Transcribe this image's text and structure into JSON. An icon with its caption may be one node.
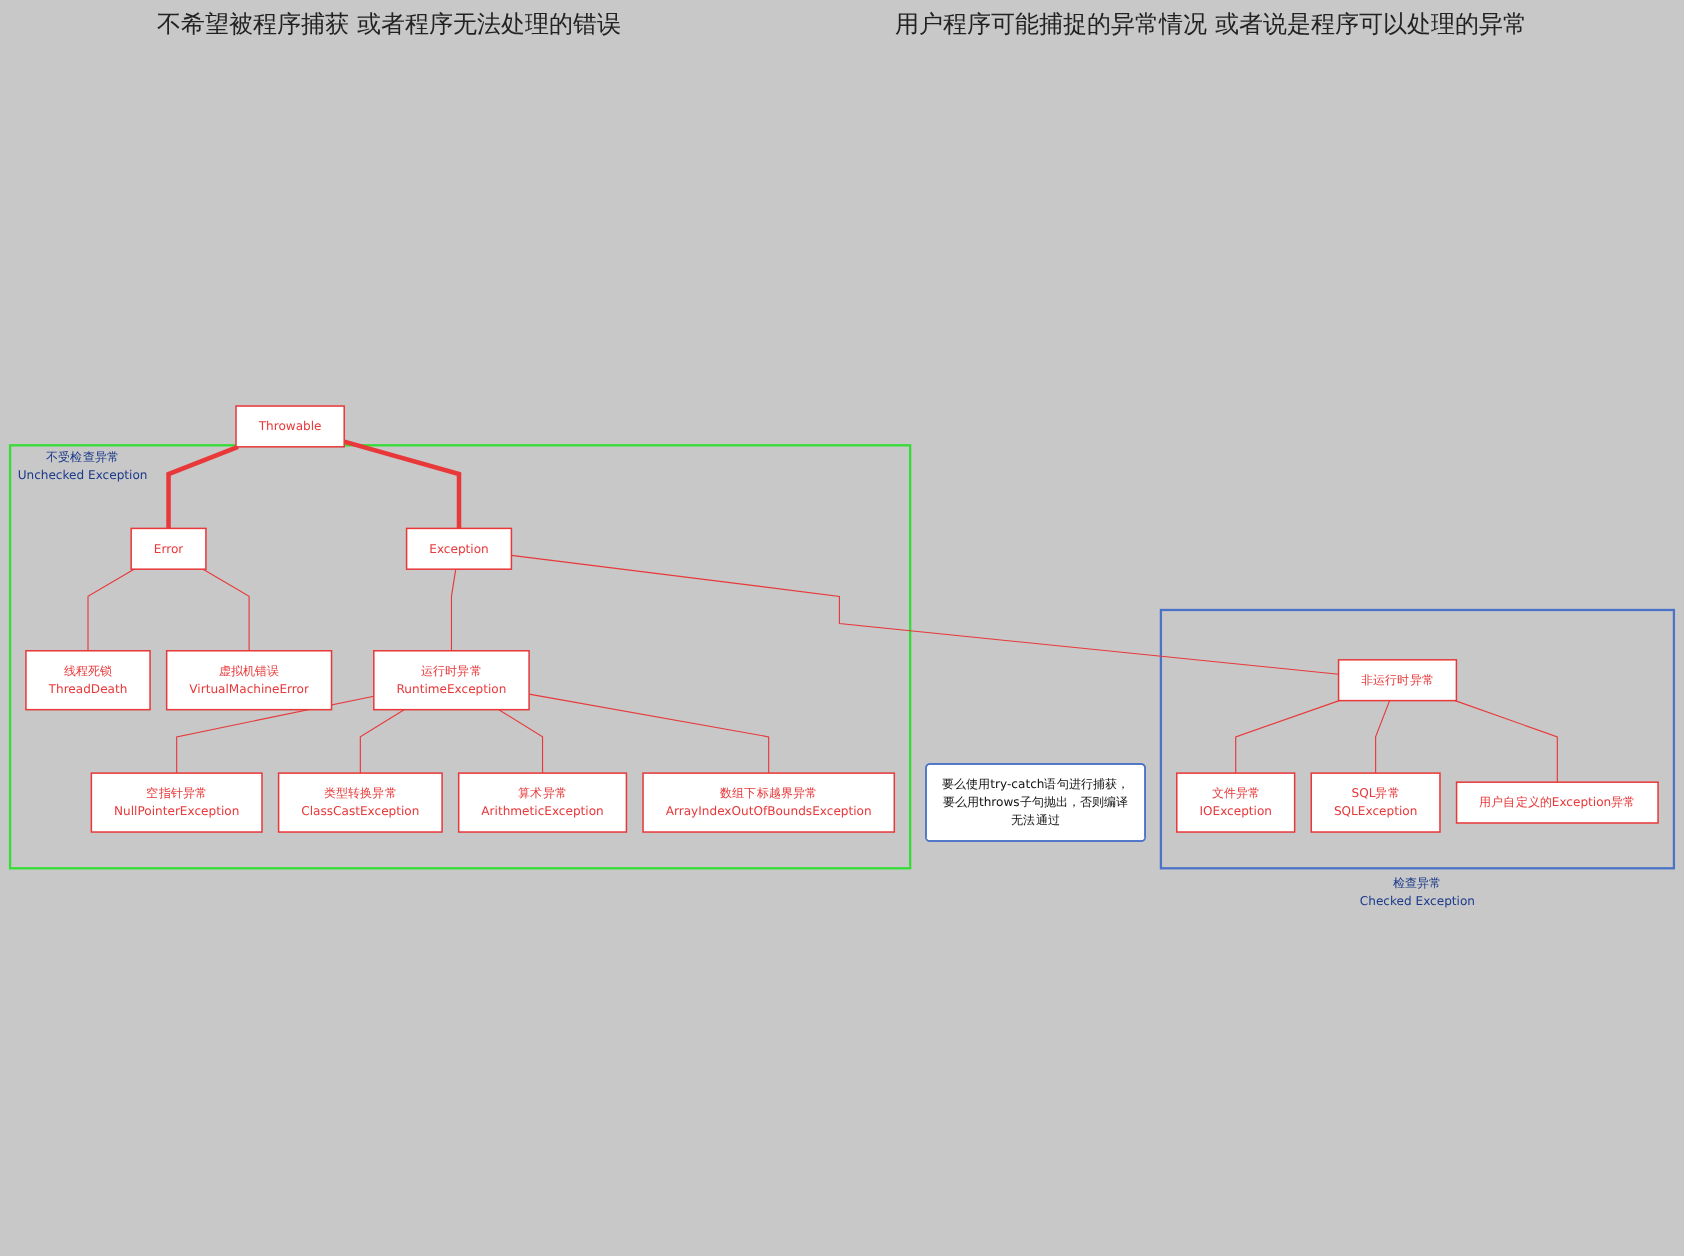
{
  "diagram": {
    "nodes": [
      {
        "text": [
          "Throwable"
        ]
      },
      {
        "text": [
          "不受检查异常",
          "Unchecked Exception"
        ]
      },
      {
        "text": [
          "Error"
        ],
        "in": 1
      },
      {
        "text": [
          "Exception"
        ],
        "in": 1
      },
      {
        "text": [
          "线程死锁",
          "ThreadDeath"
        ],
        "in": 1
      },
      {
        "text": [
          "虚拟机错误",
          "VirtualMachineError"
        ],
        "in": 1
      },
      {
        "text": [
          "运行时异常",
          "RuntimeException"
        ],
        "in": 1
      },
      {
        "text": [
          "空指针异常",
          "NullPointerException"
        ],
        "in": 1
      },
      {
        "text": [
          "类型转换异常",
          "ClassCastException"
        ],
        "in": 1
      },
      {
        "text": [
          "算术异常",
          "ArithmeticException"
        ],
        "in": 1
      },
      {
        "text": [
          "数组下标越界异常",
          "ArrayIndexOutOfBoundsException"
        ],
        "in": 1
      },
      {
        "text": [
          "检查异常",
          "Checked Exception"
        ]
      },
      {
        "text": [
          "非运行时异常"
        ],
        "in": 11
      },
      {
        "text": [
          "文件异常",
          "IOException"
        ],
        "in": 11
      },
      {
        "text": [
          "SQL异常",
          "SQLException"
        ],
        "in": 11
      },
      {
        "text": [
          "用户自定义的Exception异常"
        ],
        "in": 11
      },
      {
        "text": [
          "要么使用try-catch语句进行捕获，要么用throws子句抛出，否则编译无法通过"
        ]
      }
    ],
    "edges": [
      {
        "from": 0,
        "to": 2,
        "arrow": "none",
        "style": "thick"
      },
      {
        "from": 0,
        "to": 3,
        "arrow": "none",
        "style": "thick"
      },
      {
        "from": 2,
        "to": 4,
        "arrow": "none"
      },
      {
        "from": 2,
        "to": 5,
        "arrow": "none"
      },
      {
        "from": 3,
        "to": 6,
        "arrow": "none"
      },
      {
        "from": 3,
        "to": 12,
        "arrow": "none"
      },
      {
        "from": 6,
        "to": 7,
        "arrow": "none"
      },
      {
        "from": 6,
        "to": 8,
        "arrow": "none"
      },
      {
        "from": 6,
        "to": 9,
        "arrow": "none"
      },
      {
        "from": 6,
        "to": 10,
        "arrow": "none"
      },
      {
        "from": 12,
        "to": 13,
        "arrow": "none"
      },
      {
        "from": 12,
        "to": 14,
        "arrow": "none"
      },
      {
        "from": 12,
        "to": 15,
        "arrow": "none"
      }
    ],
    "labels": [
      "不希望被程序捕获 或者程序无法处理的错误",
      "用户程序可能捕捉的异常情况 或者说是程序可以处理的异常"
    ]
  }
}
